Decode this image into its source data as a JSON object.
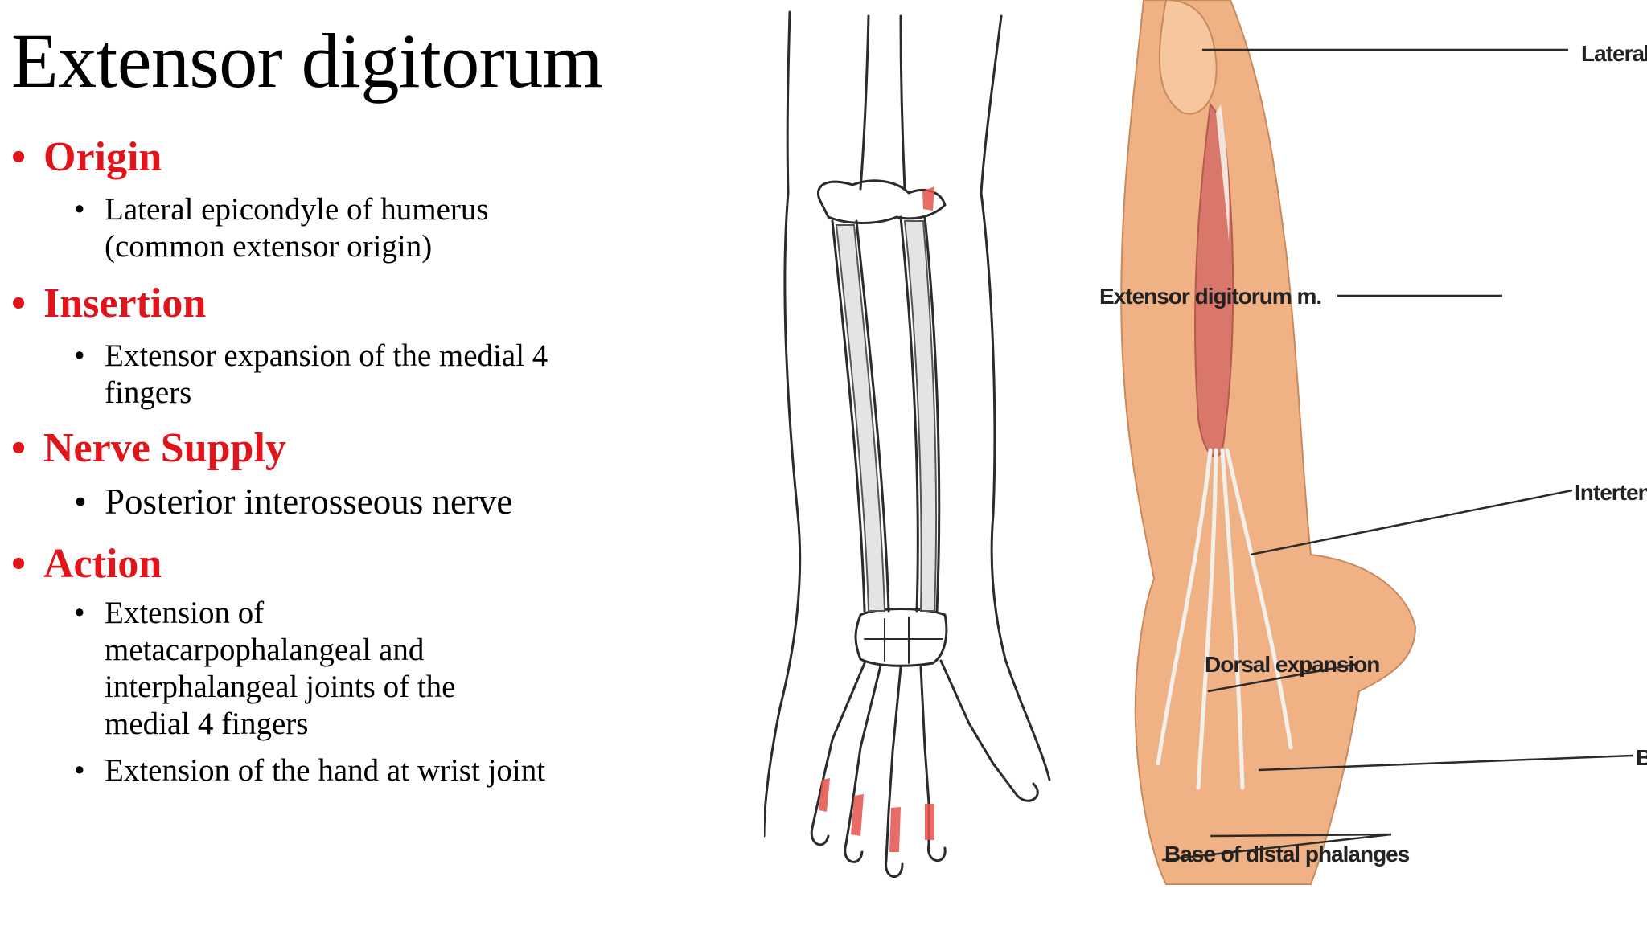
{
  "slide": {
    "title": "Extensor digitorum",
    "sections": [
      {
        "heading": "Origin",
        "items": [
          "Lateral epicondyle of humerus (common extensor origin)"
        ]
      },
      {
        "heading": "Insertion",
        "items": [
          "Extensor expansion of the medial 4 fingers"
        ]
      },
      {
        "heading": "Nerve Supply",
        "items": [
          "Posterior interosseous nerve"
        ]
      },
      {
        "heading": "Action",
        "items": [
          "Extension of metacarpophalangeal and interphalangeal joints of the medial 4 fingers",
          "Extension of the hand at wrist joint"
        ]
      }
    ],
    "bullet": "•"
  },
  "figure_labels": {
    "lateral": "Lateral",
    "extensor": "Extensor digitorum m.",
    "intertendinous": "Intertenc",
    "dorsal": "Dorsal expansion",
    "base_short": "Ba",
    "base_distal": "Base of distal phalanges"
  },
  "colors": {
    "heading": "#e0151b",
    "muscle": "#d9776a",
    "skin": "#f0b184",
    "line": "#2b2b2b"
  }
}
